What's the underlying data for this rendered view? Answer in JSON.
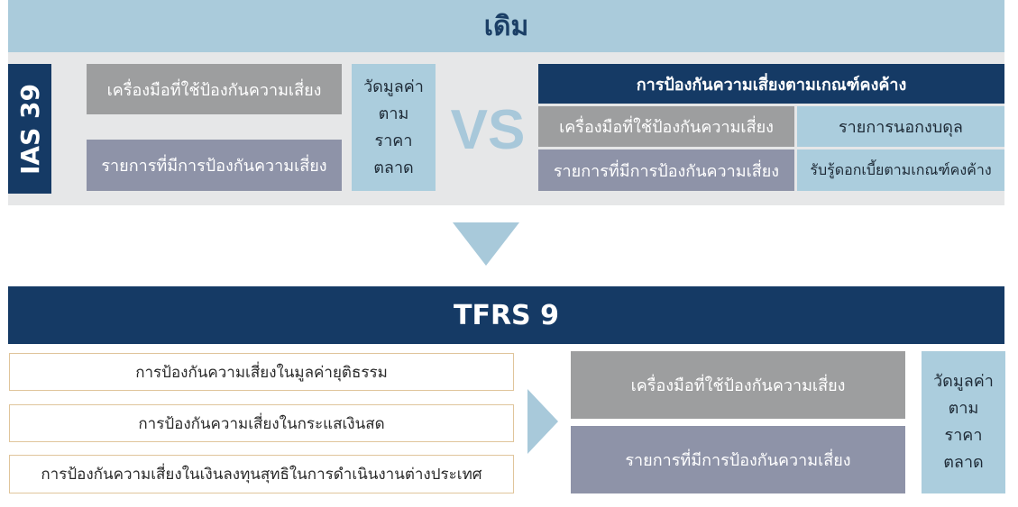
{
  "top": {
    "title": "เดิม",
    "ias_label": "IAS 39",
    "left_instrument": "เครื่องมือที่ใช้ป้องกันความเสี่ยง",
    "left_hedged_item": "รายการที่มีการป้องกันความเสี่ยง",
    "fair_value_lines": [
      "วัดมูลค่า",
      "ตาม",
      "ราคา",
      "ตลาด"
    ],
    "vs": "VS",
    "hedge_accounting_title": "การป้องกันความเสี่ยงตามเกณฑ์คงค้าง",
    "right_instrument": "เครื่องมือที่ใช้ป้องกันความเสี่ยง",
    "right_hedged_item": "รายการที่มีการป้องกันความเสี่ยง",
    "off_balance": "รายการนอกงบดุล",
    "accrual_interest": "รับรู้ดอกเบี้ยตามเกณฑ์คงค้าง"
  },
  "bottom": {
    "title": "TFRS 9",
    "hedge_types": [
      "การป้องกันความเสี่ยงในมูลค่ายุติธรรม",
      "การป้องกันความเสี่ยงในกระแสเงินสด",
      "การป้องกันความเสี่ยงในเงินลงทุนสุทธิในการดำเนินงานต่างประเทศ"
    ],
    "instrument": "เครื่องมือที่ใช้ป้องกันความเสี่ยง",
    "hedged_item": "รายการที่มีการป้องกันความเสี่ยง",
    "fair_value_lines": [
      "วัดมูลค่า",
      "ตาม",
      "ราคา",
      "ตลาด"
    ]
  }
}
